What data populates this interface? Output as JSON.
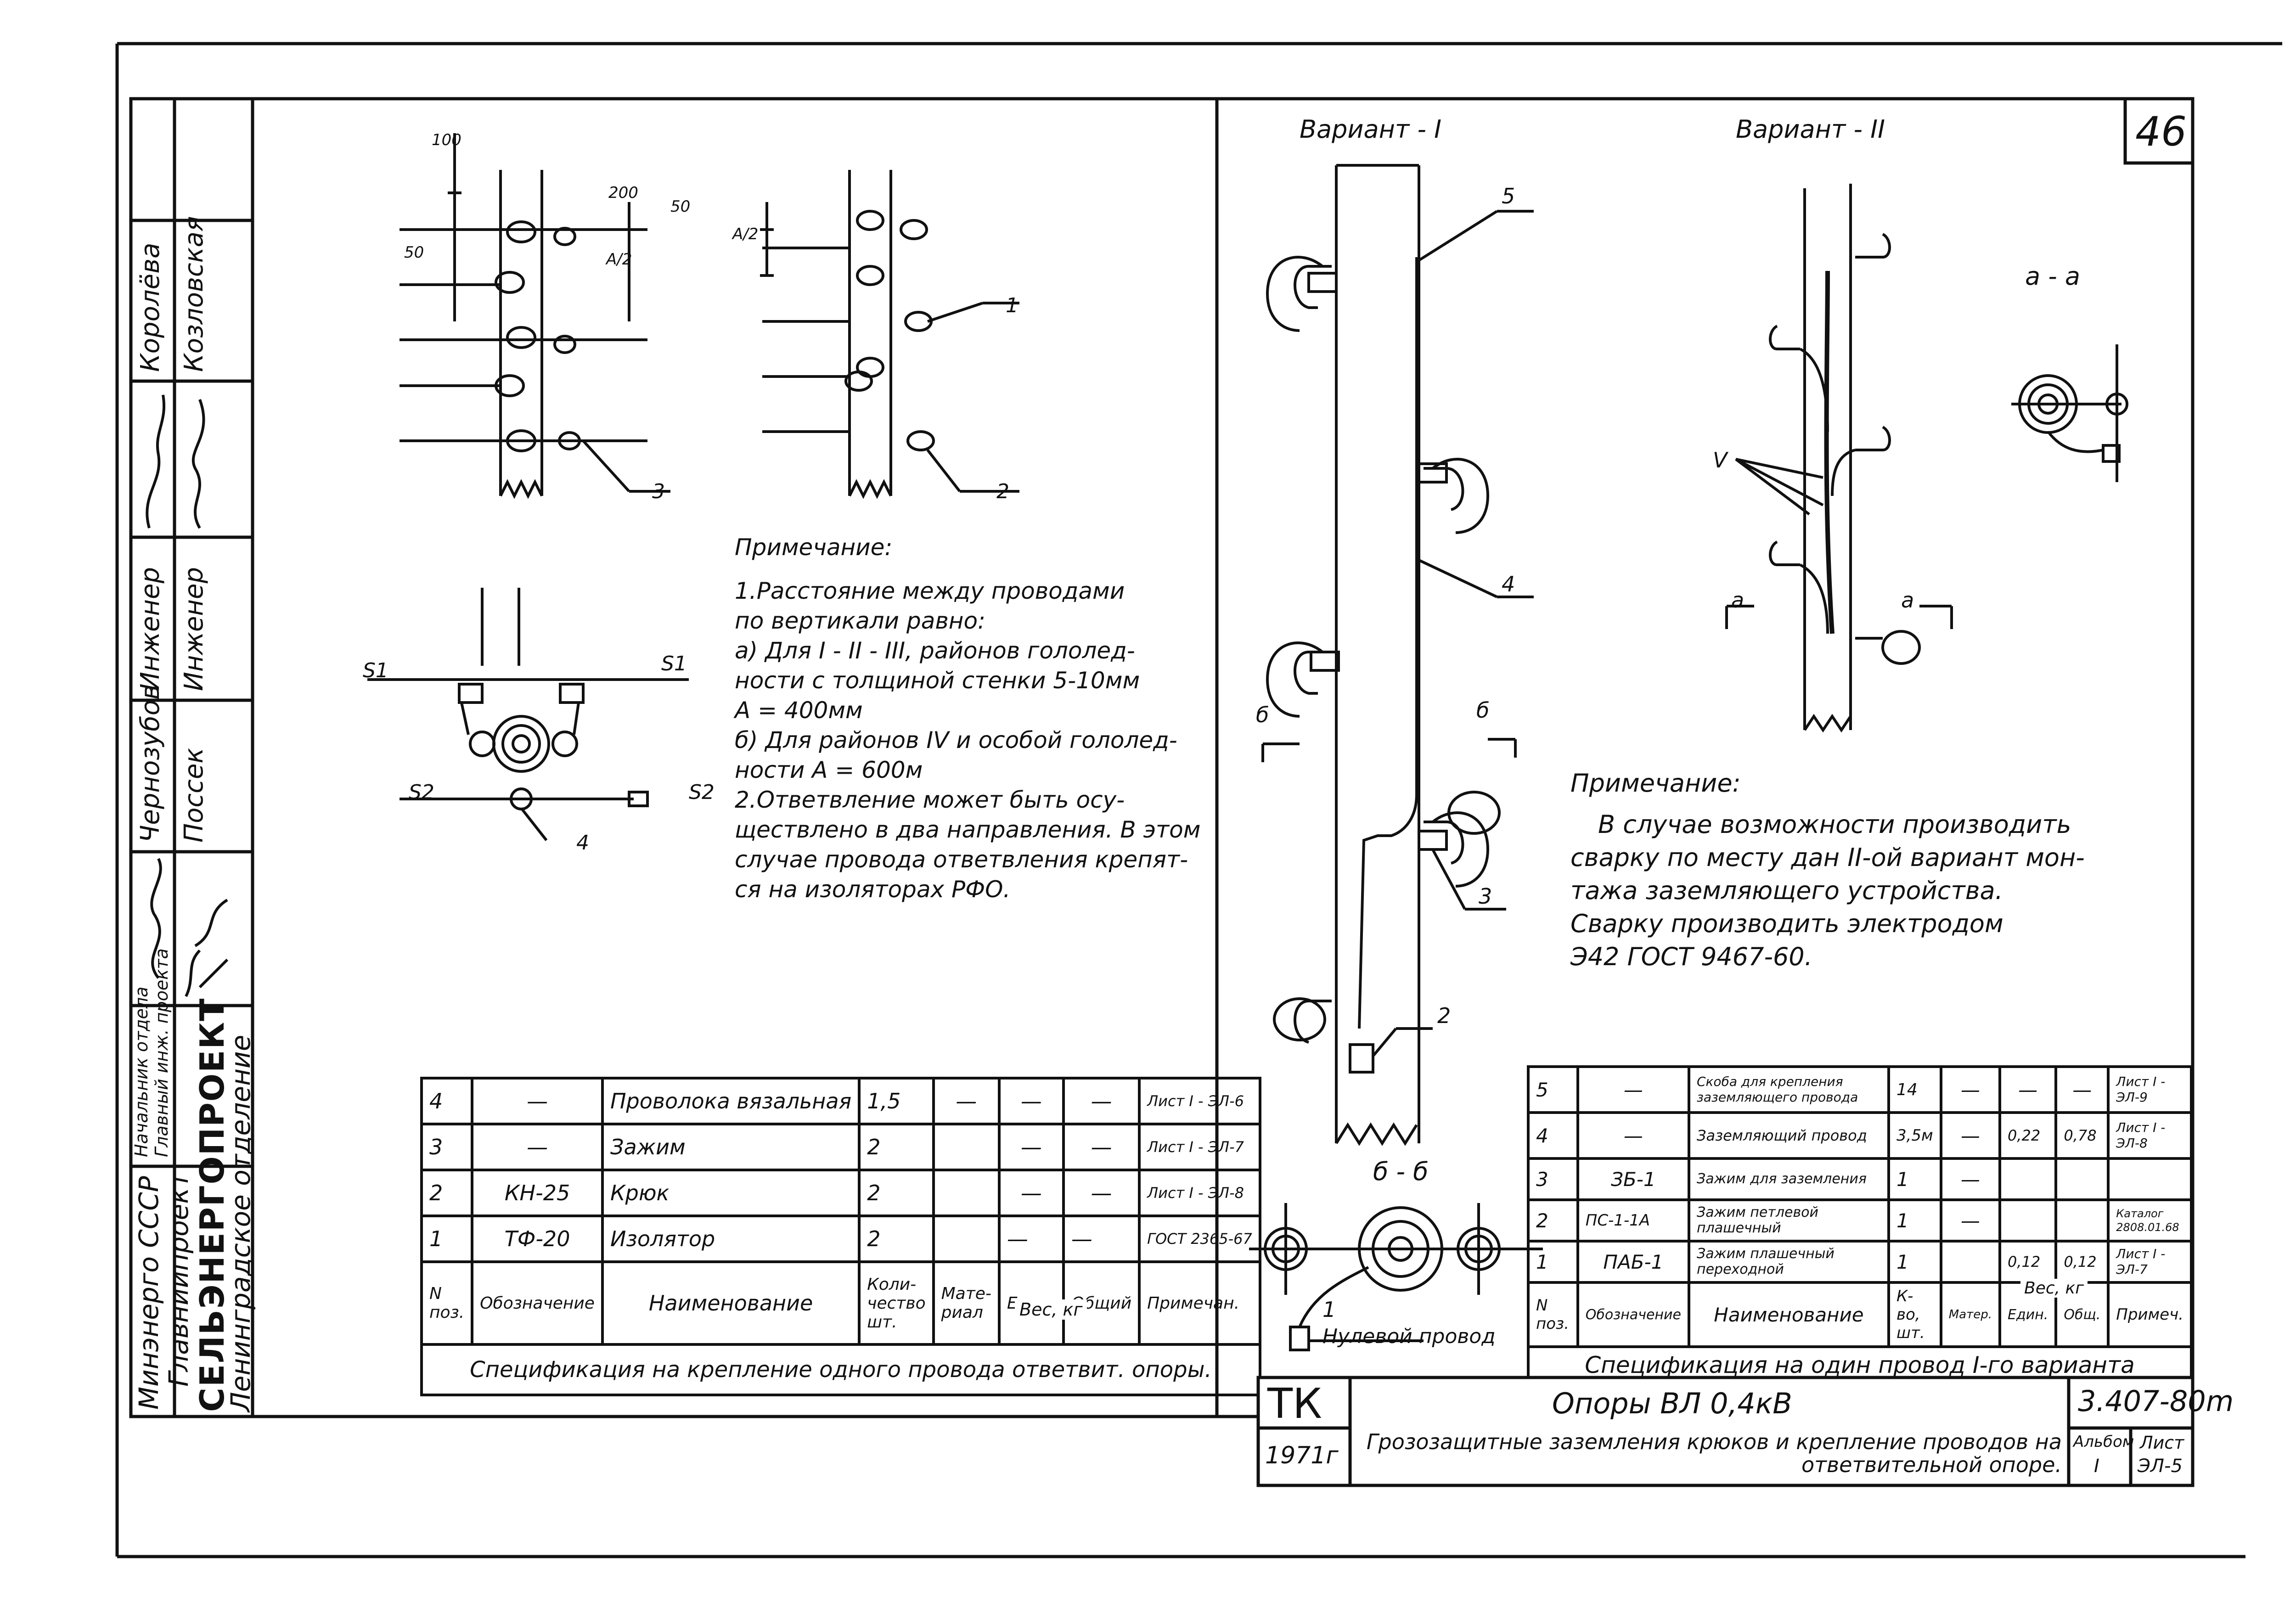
{
  "sheet_number": "46",
  "stamp": {
    "project": "Опоры  ВЛ 0,4кВ",
    "subtitle": "Грозозащитные заземления крюков и крепление проводов на ответвительной опоре.",
    "code": "3.407-80m",
    "mark": "ТК",
    "year": "1971г",
    "album_label": "Альбом",
    "album_value": "I",
    "sheet_label": "Лист",
    "sheet_value": "ЭЛ-5"
  },
  "left_strip": {
    "org": [
      "Минэнерго СССР",
      "Главниипроект",
      "СЕЛЬЭНЕРГОПРОЕКТ",
      "Ленинградское отделение"
    ],
    "roles": [
      {
        "role": "Начальник отдела",
        "name": ""
      },
      {
        "role": "Главный инж. проекта",
        "name": ""
      },
      {
        "role": "Инженер",
        "name": "Чернозубов"
      },
      {
        "role": "Инженер",
        "name": "Поссек"
      },
      {
        "role": "",
        "name": "Королёва"
      },
      {
        "role": "",
        "name": "Козловская"
      }
    ]
  },
  "left_drawing": {
    "dims": [
      "100",
      "200",
      "50",
      "50",
      "A/2",
      "A/2"
    ],
    "callouts": [
      "1",
      "2",
      "3",
      "4"
    ],
    "wires": [
      "S1",
      "S1",
      "S2",
      "S2"
    ],
    "note_title": "Примечание:",
    "note_lines": [
      "1.Расстояние между проводами",
      "по вертикали равно:",
      "а) Для I - II - III, районов гололед-",
      "ности с толщиной стенки 5-10мм",
      "A = 400мм",
      "б) Для районов IV и особой гололед-",
      "ности  A = 600м",
      "2.Ответвление может быть осу-",
      "ществлено в два направления. В этом",
      "случае провода ответвления крепят-",
      "ся на изоляторах РФО."
    ]
  },
  "spec_left": {
    "title": "Спецификация на крепление одного провода ответвит. опоры.",
    "headers": [
      "N поз.",
      "Обозначение",
      "Наименование",
      "Коли- чество шт.",
      "Мате- риал",
      "Един.",
      "Общий",
      "Примечан."
    ],
    "weight_label": "Вес, кг",
    "rows": [
      [
        "4",
        "—",
        "Проволока вязальная",
        "1,5",
        "—",
        "—",
        "—",
        "Лист I - ЭЛ-6"
      ],
      [
        "3",
        "—",
        "Зажим",
        "2",
        "",
        "—",
        "—",
        "Лист I - ЭЛ-7"
      ],
      [
        "2",
        "КН-25",
        "Крюк",
        "2",
        "",
        "—",
        "—",
        "Лист I - ЭЛ-8"
      ],
      [
        "1",
        "ТФ-20",
        "Изолятор",
        "2",
        "",
        "—",
        "—",
        "ГОСТ 2365-67"
      ]
    ]
  },
  "right_drawing": {
    "variant1": "Вариант - I",
    "variant2": "Вариант - II",
    "section_aa": "а - а",
    "section_bb": "б - б",
    "callouts": [
      "1",
      "2",
      "3",
      "4",
      "5",
      "V"
    ],
    "marks": [
      "а",
      "а",
      "б",
      "б"
    ],
    "neutral": "Нулевой провод",
    "note_title": "Примечание:",
    "note_lines": [
      "В случае возможности производить",
      "сварку по месту дан II-ой вариант мон-",
      "тажа заземляющего устройства.",
      "Сварку производить электродом",
      "Э42 ГОСТ 9467-60."
    ]
  },
  "spec_right": {
    "title": "Спецификация на один провод I-го варианта",
    "headers": [
      "N поз.",
      "Обозначение",
      "Наименование",
      "К-во, шт.",
      "Матер.",
      "Един.",
      "Общ.",
      "Примеч."
    ],
    "weight_label": "Вес, кг",
    "rows": [
      [
        "5",
        "—",
        "Скоба для крепления заземляющего провода",
        "14",
        "—",
        "—",
        "—",
        "Лист I - ЭЛ-9"
      ],
      [
        "4",
        "—",
        "Заземляющий провод",
        "3,5м",
        "—",
        "0,22",
        "0,78",
        "Лист I - ЭЛ-8"
      ],
      [
        "3",
        "ЗБ-1",
        "Зажим для заземления",
        "1",
        "—",
        "",
        "",
        ""
      ],
      [
        "2",
        "ПС-1-1А",
        "Зажим петлевой плашечный",
        "1",
        "—",
        "",
        "",
        "Каталог 2808.01.68"
      ],
      [
        "1",
        "ПАБ-1",
        "Зажим плашечный переходной",
        "1",
        "",
        "0,12",
        "0,12",
        "Лист I - ЭЛ-7"
      ]
    ]
  }
}
